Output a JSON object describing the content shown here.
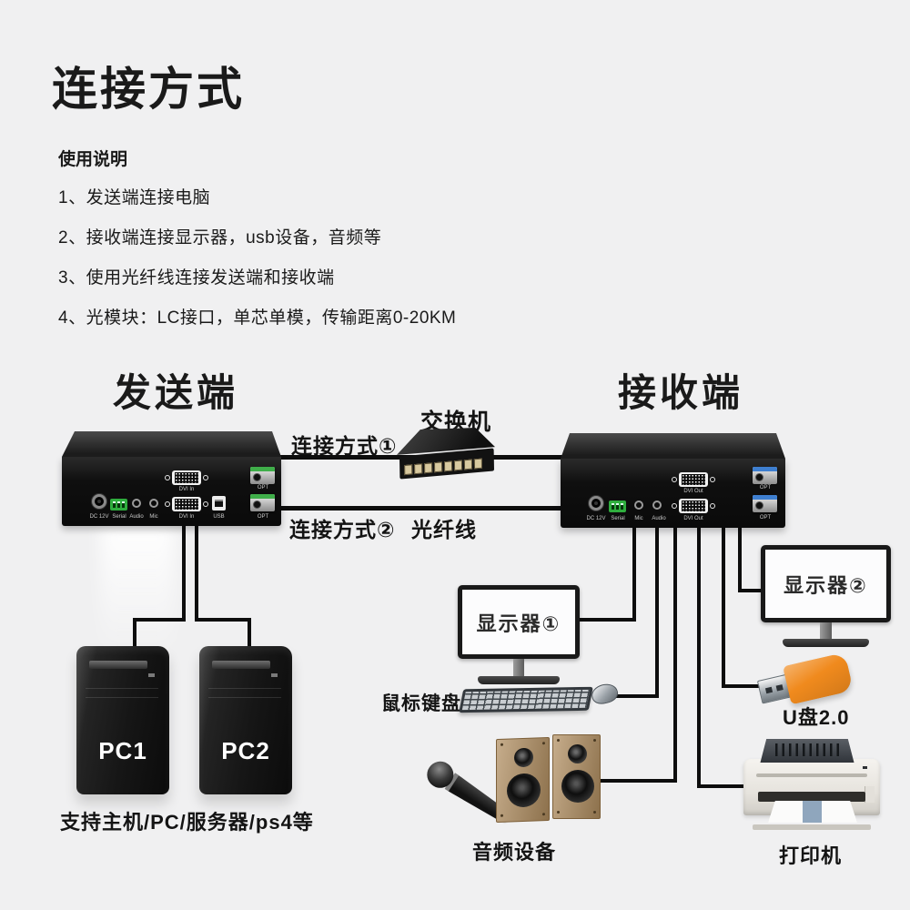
{
  "title": "连接方式",
  "instructions": {
    "heading": "使用说明",
    "items": [
      "1、发送端连接电脑",
      "2、接收端连接显示器，usb设备，音频等",
      "3、使用光纤线连接发送端和接收端",
      "4、光模块：LC接口，单芯单模，传输距离0-20KM"
    ]
  },
  "transmitter": {
    "label": "发送端",
    "ports": {
      "power": "DC 12V",
      "serial": "Serial",
      "audio": "Audio",
      "mic": "Mic",
      "dvi_in_top": "DVI In",
      "dvi_in_bottom": "DVI In",
      "usb": "USB",
      "opt_top": "OPT",
      "opt_bottom": "OPT"
    }
  },
  "receiver": {
    "label": "接收端",
    "ports": {
      "power": "DC 12V",
      "serial": "Serial",
      "mic": "Mic",
      "audio": "Audio",
      "dvi_out_top": "DVI Out",
      "dvi_out_bottom": "DVI Out",
      "opt_top": "OPT",
      "opt_bottom": "OPT"
    }
  },
  "links": {
    "method1_label": "连接方式①",
    "method2_label": "连接方式②",
    "switch_label": "交换机",
    "fiber_label": "光纤线"
  },
  "sources": {
    "pc1_label": "PC1",
    "pc2_label": "PC2",
    "caption": "支持主机/PC/服务器/ps4等"
  },
  "peripherals": {
    "monitor1_label": "显示器①",
    "monitor2_label": "显示器②",
    "keyboard_mouse_label": "鼠标键盘",
    "audio_label": "音频设备",
    "usb_drive_label": "U盘2.0",
    "printer_label": "打印机"
  },
  "colors": {
    "background": "#f0f0f1",
    "wire": "#0d0d0d",
    "device_body": "#141414",
    "sfp_tab_transmitter": "#3fae49",
    "sfp_tab_receiver": "#3e7fd0",
    "serial_block": "#2fae3e",
    "usb_drive_orange": "#f08a1d",
    "speaker_wood": "#b08d5f"
  }
}
